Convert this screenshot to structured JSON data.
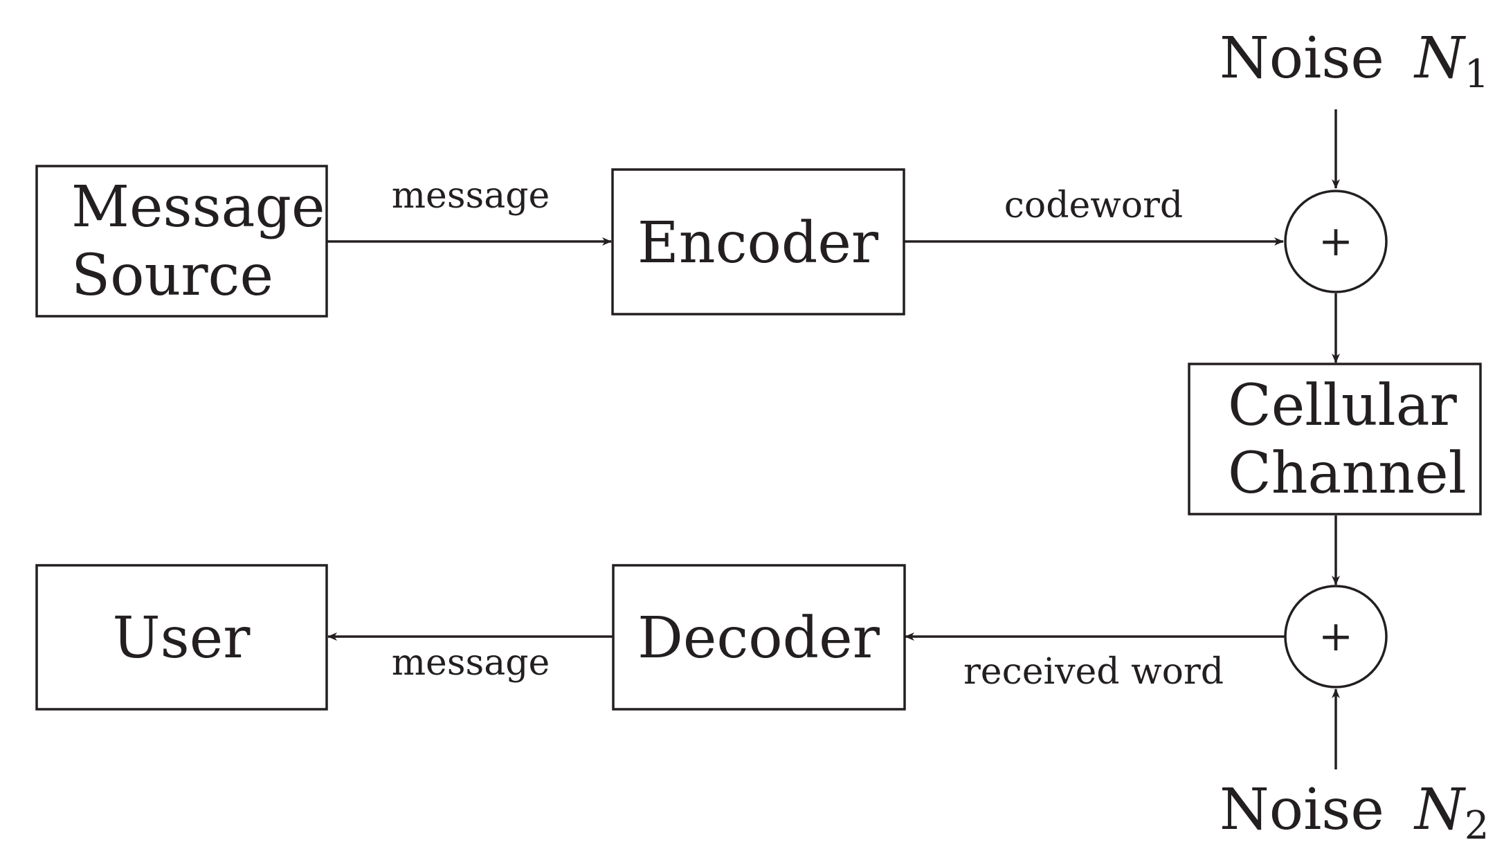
{
  "blocks": {
    "message_source": {
      "line1": "Message",
      "line2": "Source"
    },
    "encoder": {
      "label": "Encoder"
    },
    "cellular_channel": {
      "line1": "Cellular",
      "line2": "Channel"
    },
    "decoder": {
      "label": "Decoder"
    },
    "user": {
      "label": "User"
    }
  },
  "adders": {
    "top": {
      "symbol": "+"
    },
    "bottom": {
      "symbol": "+"
    }
  },
  "noise": {
    "n1": {
      "word": "Noise",
      "variable": "N",
      "subscript": "1"
    },
    "n2": {
      "word": "Noise",
      "variable": "N",
      "subscript": "2"
    }
  },
  "edge_labels": {
    "source_to_encoder": "message",
    "encoder_to_channel": "codeword",
    "channel_to_decoder": "received word",
    "decoder_to_user": "message"
  },
  "colors": {
    "stroke": "#231f20",
    "background": "#ffffff"
  }
}
